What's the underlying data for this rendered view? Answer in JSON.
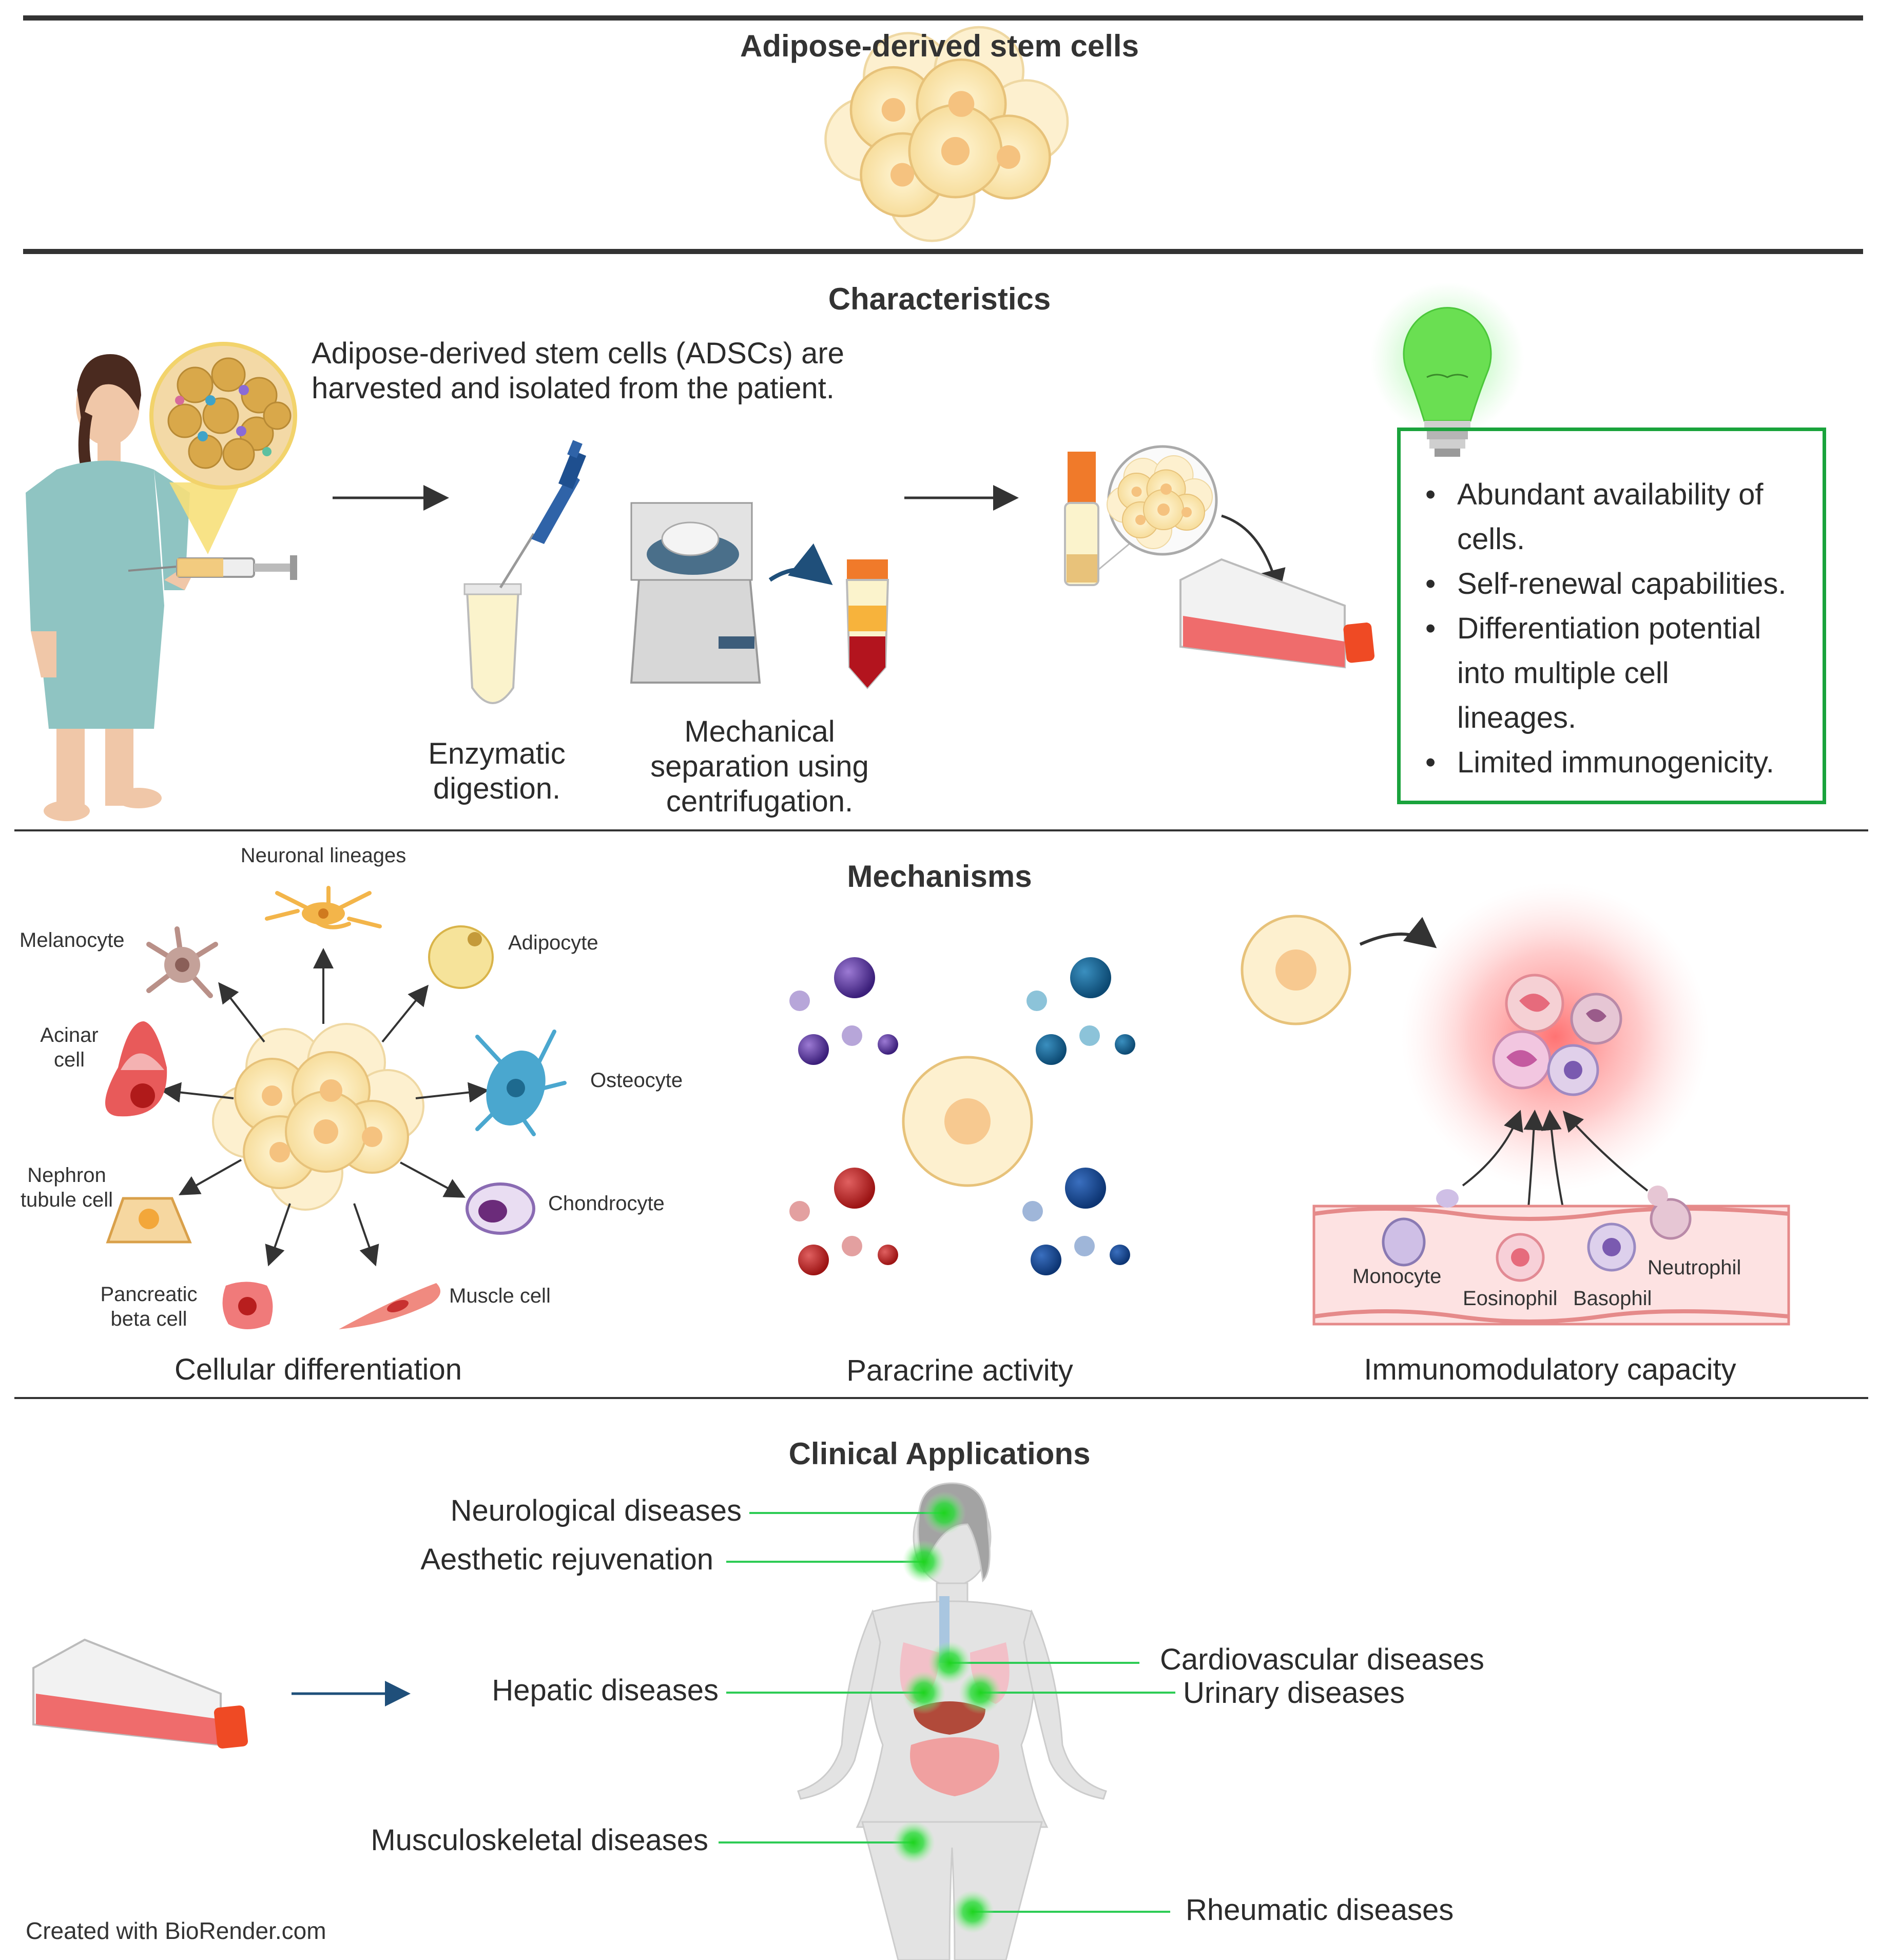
{
  "header": {
    "title": "Adipose-derived stem cells"
  },
  "characteristics": {
    "title": "Characteristics",
    "harvest_line1": "Adipose-derived stem cells (ADSCs) are",
    "harvest_line2": "harvested and isolated from the patient.",
    "enzymatic_line1": "Enzymatic",
    "enzymatic_line2": "digestion.",
    "mechanical_line1": "Mechanical",
    "mechanical_line2": "separation using",
    "mechanical_line3": "centrifugation.",
    "benefits": [
      "Abundant availability of",
      "cells.",
      "Self-renewal capabilities.",
      "Differentiation potential",
      "into multiple cell",
      "lineages.",
      "Limited immunogenicity."
    ],
    "colors": {
      "box_border": "#1aa33c",
      "bulb_glow": "#5fe05f"
    }
  },
  "mechanisms": {
    "title": "Mechanisms",
    "differentiation": {
      "caption": "Cellular differentiation",
      "neuronal": "Neuronal lineages",
      "melanocyte": "Melanocyte",
      "adipocyte": "Adipocyte",
      "acinar_line1": "Acinar",
      "acinar_line2": "cell",
      "osteocyte": "Osteocyte",
      "nephron_line1": "Nephron",
      "nephron_line2": "tubule cell",
      "chondrocyte": "Chondrocyte",
      "pancreatic_line1": "Pancreatic",
      "pancreatic_line2": "beta cell",
      "muscle": "Muscle cell"
    },
    "paracrine": {
      "caption": "Paracrine activity"
    },
    "immunomodulatory": {
      "caption": "Immunomodulatory capacity",
      "monocyte": "Monocyte",
      "eosinophil": "Eosinophil",
      "basophil": "Basophil",
      "neutrophil": "Neutrophil"
    }
  },
  "clinical": {
    "title": "Clinical Applications",
    "neurological": "Neurological diseases",
    "aesthetic": "Aesthetic rejuvenation",
    "hepatic": "Hepatic diseases",
    "musculoskeletal": "Musculoskeletal diseases",
    "cardiovascular": "Cardiovascular diseases",
    "urinary": "Urinary diseases",
    "rheumatic": "Rheumatic diseases",
    "colors": {
      "leader": "#2ecc55",
      "glow": "#2bdc3a"
    }
  },
  "footer": {
    "credit": "Created with BioRender.com"
  }
}
